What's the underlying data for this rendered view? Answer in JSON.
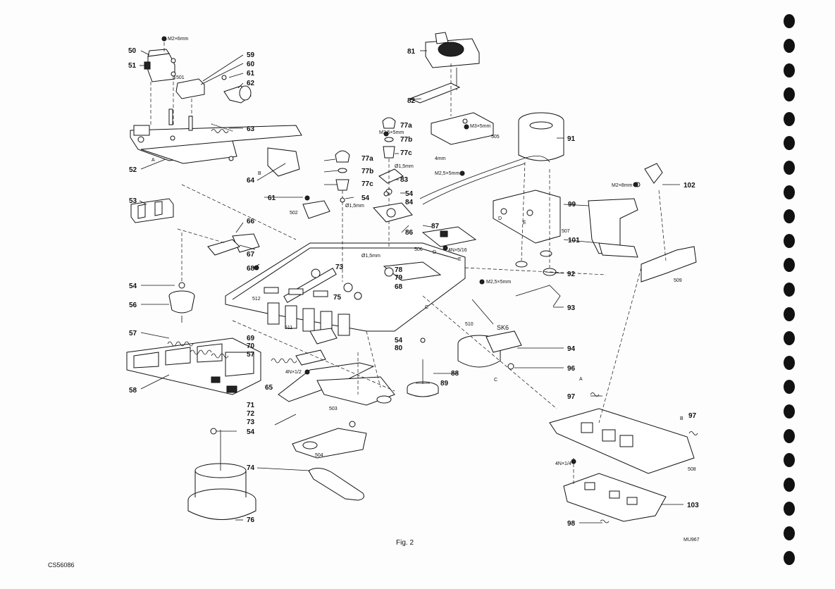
{
  "figure_caption": "Fig. 2",
  "document_code": "CS56086",
  "corner_mark": "MU967",
  "callouts": [
    "50",
    "51",
    "52",
    "53",
    "54",
    "56",
    "57",
    "58",
    "59",
    "60",
    "61",
    "62",
    "63",
    "64",
    "65",
    "66",
    "67",
    "68",
    "69",
    "70",
    "71",
    "72",
    "73",
    "74",
    "75",
    "76",
    "77a",
    "77b",
    "77c",
    "78",
    "79",
    "80",
    "81",
    "82",
    "83",
    "84",
    "86",
    "87",
    "88",
    "89",
    "91",
    "92",
    "93",
    "94",
    "96",
    "97",
    "98",
    "99",
    "101",
    "102",
    "103"
  ],
  "sub_labels": [
    "501",
    "502",
    "503",
    "504",
    "505",
    "506",
    "507",
    "508",
    "509",
    "510",
    "511",
    "512",
    "SK6",
    "A",
    "B",
    "C",
    "D",
    "E"
  ],
  "annotations": {
    "screw_m2x6": "M2×6mm",
    "screw_m25x5_a": "M2,5×5mm",
    "screw_m3x5": "M3×5mm",
    "screw_m25x5_b": "M2,5×5mm",
    "screw_m25x5_c": "M2,5×5mm",
    "screw_m2x8": "M2×8mm",
    "dia_15_a": "Ø1,5mm",
    "dia_15_b": "Ø1,5mm",
    "dia_15_c": "Ø1,5mm",
    "len_4mm": "4mm",
    "nut_4n_516": "4N×5/16",
    "nut_4n_12": "4N×1/2",
    "nut_4n_14": "4N×1/4"
  }
}
